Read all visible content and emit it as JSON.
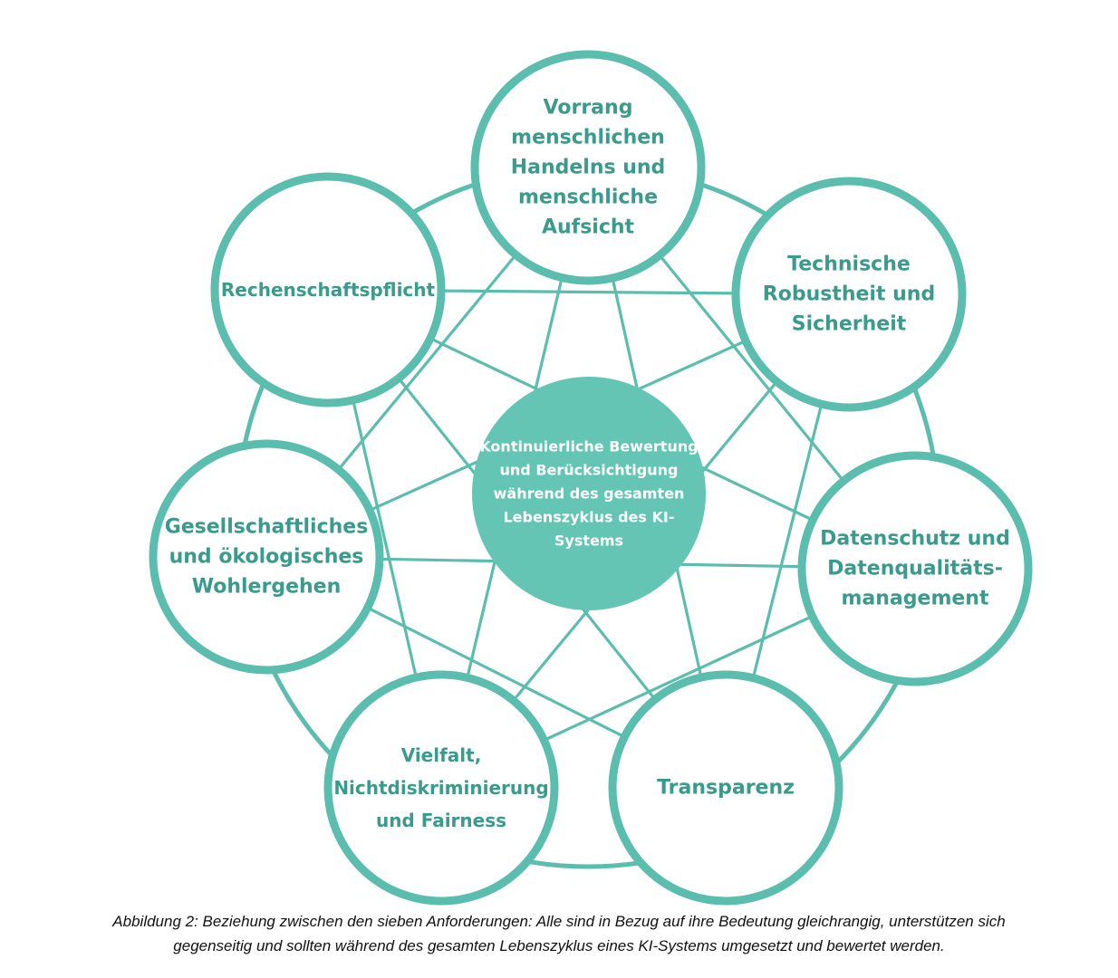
{
  "colors": {
    "teal": "#5bbdae",
    "text": "#3a9a8c",
    "center_fill": "#64c5b5",
    "center_text": "#ffffff",
    "caption": "#111111"
  },
  "center": {
    "lines": [
      "Kontinuierliche Bewertung",
      "und Berücksichtigung",
      "während des gesamten",
      "Lebenszyklus des KI-",
      "Systems"
    ]
  },
  "requirements": [
    {
      "lines": [
        "Vorrang",
        "menschlichen",
        "Handelns und",
        "menschliche",
        "Aufsicht"
      ]
    },
    {
      "lines": [
        "Technische",
        "Robustheit und",
        "Sicherheit"
      ]
    },
    {
      "lines": [
        "Datenschutz und",
        "Datenqualitäts-",
        "management"
      ]
    },
    {
      "lines": [
        "Transparenz"
      ]
    },
    {
      "lines": [
        "Vielfalt,",
        "Nichtdiskriminierung",
        "und Fairness"
      ]
    },
    {
      "lines": [
        "Gesellschaftliches",
        "und ökologisches",
        "Wohlergehen"
      ]
    },
    {
      "lines": [
        "Rechenschaftspflicht"
      ]
    }
  ],
  "caption": {
    "line1": "Abbildung 2: Beziehung zwischen den sieben Anforderungen: Alle sind in Bezug auf ihre Bedeutung gleichrangig, unterstützen sich",
    "line2": "gegenseitig und sollten während des gesamten Lebenszyklus eines KI-Systems umgesetzt und bewertet werden."
  }
}
